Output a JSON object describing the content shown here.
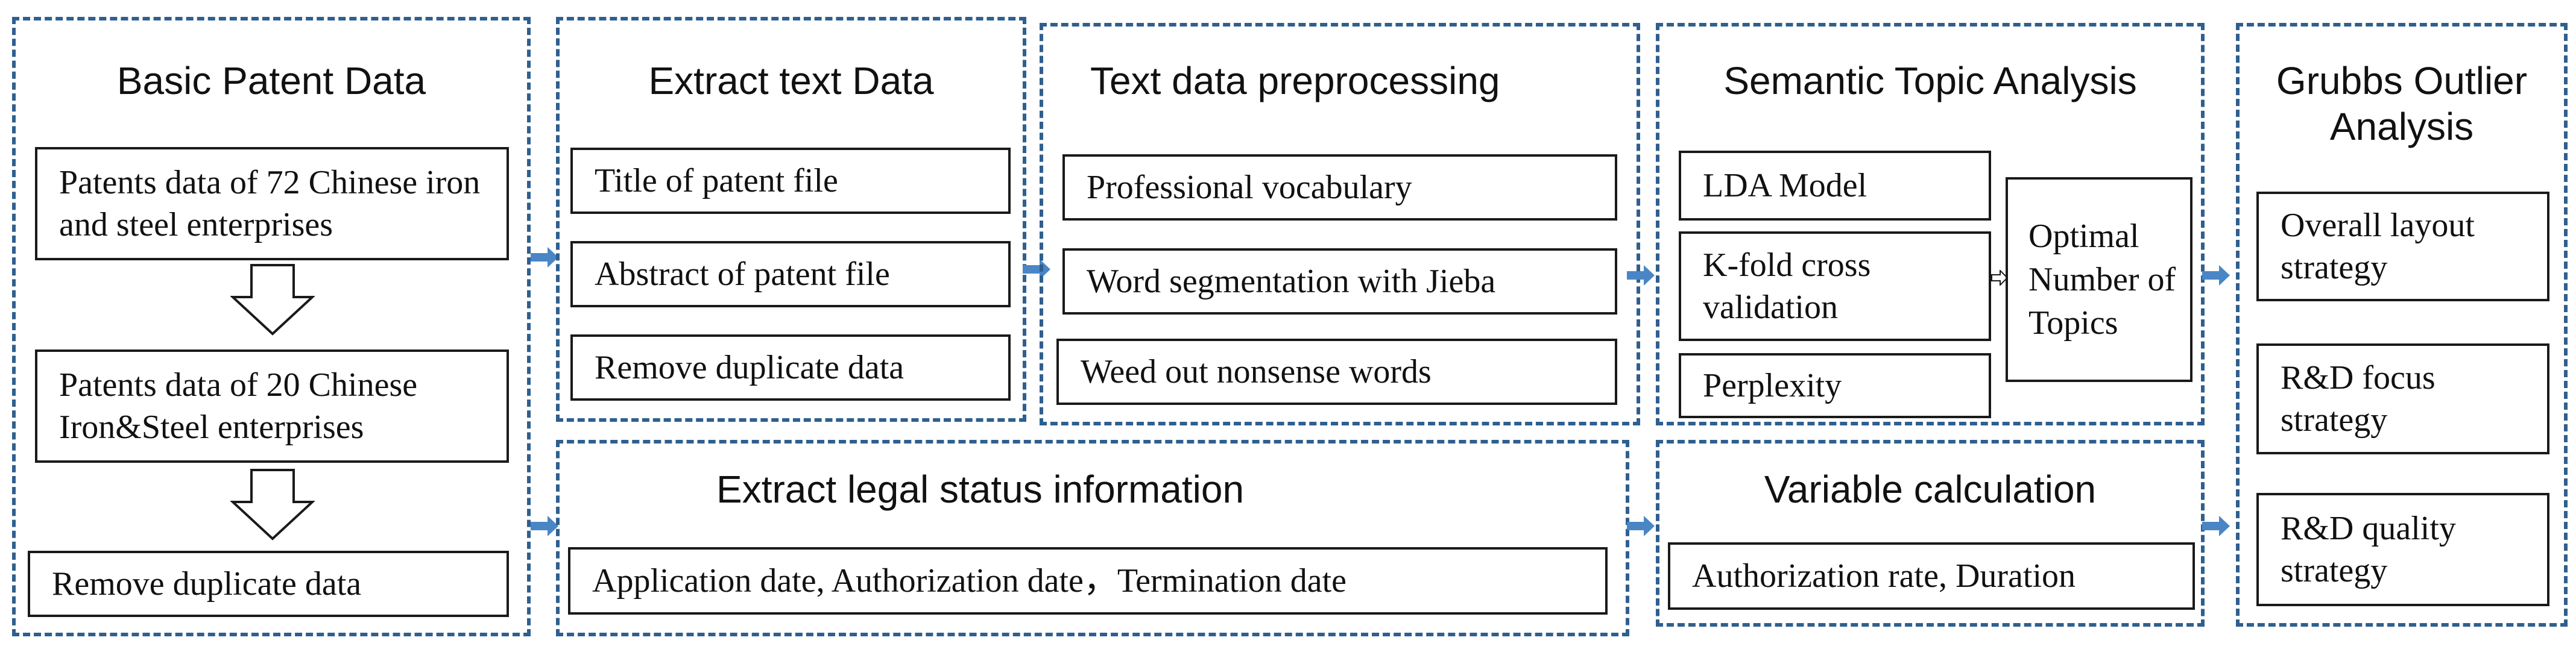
{
  "colors": {
    "border": "#2f5f8f",
    "arrow": "#4a86c5",
    "box_border": "#1a1a1a"
  },
  "groups": {
    "basic": {
      "title": "Basic Patent Data",
      "box1": "Patents data of 72 Chinese iron and steel enterprises",
      "box2": "Patents data of 20 Chinese Iron&Steel enterprises",
      "box3": "Remove  duplicate data"
    },
    "extract": {
      "title": "Extract text Data",
      "box1": "Title of patent file",
      "box2": "Abstract of patent file",
      "box3": "Remove  duplicate data"
    },
    "preprocess": {
      "title": "Text data preprocessing",
      "box1": "Professional vocabulary",
      "box2": "Word segmentation with Jieba",
      "box3": "Weed out nonsense words"
    },
    "semantic": {
      "title": "Semantic Topic Analysis",
      "box1": "LDA Model",
      "box2": "K-fold cross validation",
      "box3": "Perplexity",
      "box4": "Optimal Number of Topics"
    },
    "legal": {
      "title": "Extract legal status information",
      "box1": "Application date, Authorization date，Termination date"
    },
    "variable": {
      "title": "Variable calculation",
      "box1": "Authorization rate, Duration"
    },
    "grubbs": {
      "title": "Grubbs Outlier Analysis",
      "box1": "Overall layout strategy",
      "box2": "R&D focus strategy",
      "box3": "R&D quality strategy"
    }
  }
}
